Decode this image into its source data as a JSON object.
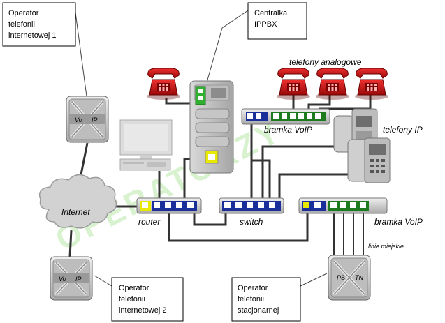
{
  "boxes": {
    "operator_ip1": [
      "Operator",
      "telefonii",
      "internetowej 1"
    ],
    "centralka": [
      "Centralka",
      "IPPBX"
    ],
    "operator_ip2": [
      "Operator",
      "telefonii",
      "internetowej 2"
    ],
    "operator_stacjonarny": [
      "Operator",
      "telefonii",
      "stacjonarnej"
    ]
  },
  "labels": {
    "telefony_analogowe": "telefony analogowe",
    "bramka_voip_top": "bramka VoIP",
    "telefony_ip": "telefony IP",
    "internet": "Internet",
    "router": "router",
    "switch": "switch",
    "bramka_voip_bottom": "bramka VoIP",
    "linie_miejskie": "linie miejskie"
  },
  "device_text": {
    "voip_vo": "Vo",
    "voip_ip": "IP",
    "pstn_ps": "PS",
    "pstn_tn": "TN"
  },
  "watermark": "OPERATORZY",
  "colors": {
    "phone_red": "#cc1010",
    "port_blue": "#1a2f9a",
    "port_green": "#1e7a1e",
    "port_yellow": "#e8e800",
    "device_gray": "#c8c8c8",
    "cable": "#333333"
  }
}
